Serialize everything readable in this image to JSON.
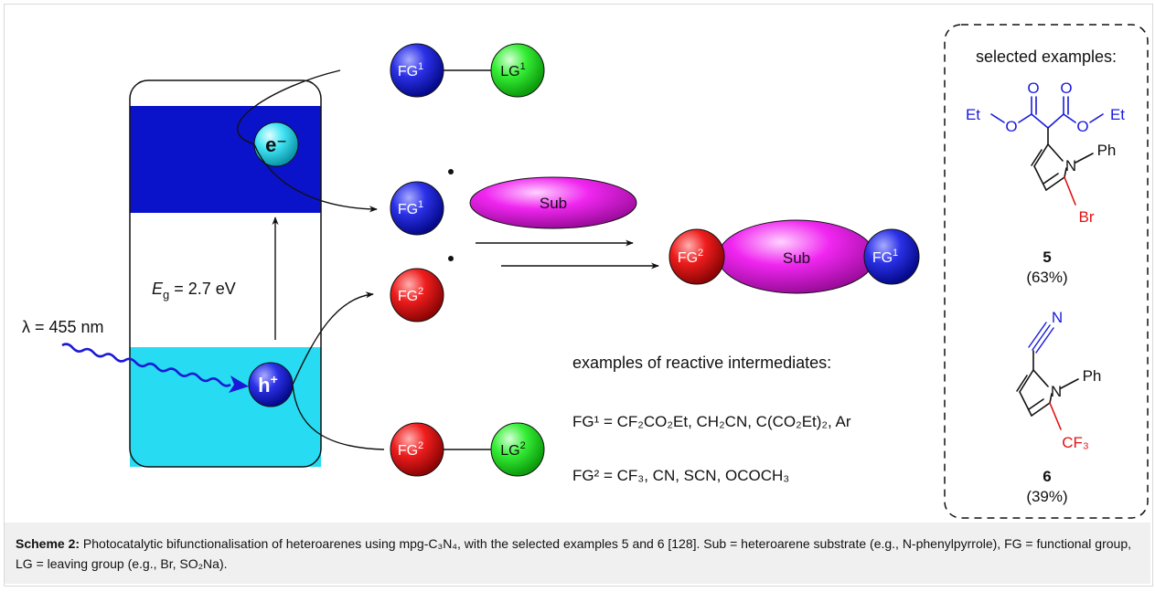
{
  "scheme": {
    "conduction_label": "e⁻",
    "valence_label": "h",
    "valence_sup": "+",
    "bandgap_symbol": "E",
    "bandgap_sub": "g",
    "bandgap_value": " = 2.7 eV",
    "light_label": "λ = 455 nm",
    "sub_label": "Sub",
    "fg_label": "FG",
    "lg_label": "LG",
    "sup_1": "1",
    "sup_2": "2",
    "intermediates_title": "examples of reactive intermediates:",
    "fg1_line": "FG¹ = CF₂CO₂Et, CH₂CN, C(CO₂Et)₂, Ar",
    "fg2_line": "FG² = CF₃, CN, SCN, OCOCH₃",
    "selected_title": "selected examples:",
    "example_5": {
      "number": "5",
      "yield": "(63%)",
      "et_left": "Et",
      "et_right": "Et",
      "o": "O",
      "n_ph": "N",
      "ph": "Ph",
      "br": "Br"
    },
    "example_6": {
      "number": "6",
      "yield": "(39%)",
      "n_nitrile": "N",
      "n_ph": "N",
      "ph": "Ph",
      "cf3": "CF₃"
    }
  },
  "colors": {
    "conduction_band": "#0a13c9",
    "valence_band": "#27dcf2",
    "fg1_blue": "#1a1fd6",
    "fg2_red": "#e8141a",
    "lg_green": "#2ae82a",
    "sub_magenta": "#ea1aea",
    "molecule_blue": "#1a1adc",
    "molecule_red": "#e21111"
  },
  "caption": {
    "label": "Scheme 2:",
    "text": " Photocatalytic bifunctionalisation of heteroarenes using mpg-C₃N₄, with the selected examples 5 and 6 [128]. Sub = heteroarene substrate (e.g., N-phenylpyrrole), FG = functional group, LG = leaving group (e.g., Br, SO₂Na)."
  }
}
